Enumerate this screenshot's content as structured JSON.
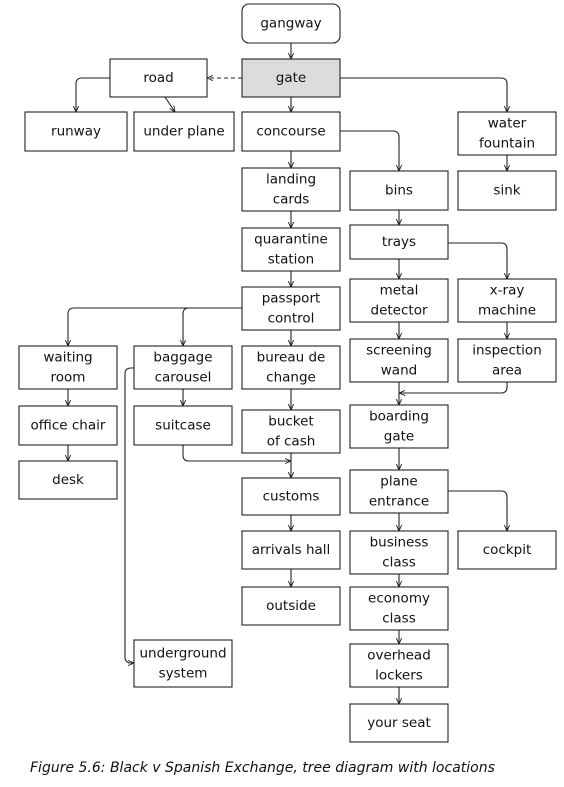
{
  "caption": "Figure 5.6: Black v Spanish Exchange, tree diagram with locations",
  "nodes": [
    {
      "id": "gangway",
      "lines": [
        "gangway"
      ]
    },
    {
      "id": "gate",
      "lines": [
        "gate"
      ],
      "highlight": true
    },
    {
      "id": "road",
      "lines": [
        "road"
      ]
    },
    {
      "id": "runway",
      "lines": [
        "runway"
      ]
    },
    {
      "id": "under-plane",
      "lines": [
        "under plane"
      ]
    },
    {
      "id": "concourse",
      "lines": [
        "concourse"
      ]
    },
    {
      "id": "water-fountain",
      "lines": [
        "water",
        "fountain"
      ]
    },
    {
      "id": "landing-cards",
      "lines": [
        "landing",
        "cards"
      ]
    },
    {
      "id": "bins",
      "lines": [
        "bins"
      ]
    },
    {
      "id": "sink",
      "lines": [
        "sink"
      ]
    },
    {
      "id": "quarantine-station",
      "lines": [
        "quarantine",
        "station"
      ]
    },
    {
      "id": "trays",
      "lines": [
        "trays"
      ]
    },
    {
      "id": "passport-control",
      "lines": [
        "passport",
        "control"
      ]
    },
    {
      "id": "metal-detector",
      "lines": [
        "metal",
        "detector"
      ]
    },
    {
      "id": "x-ray-machine",
      "lines": [
        "x-ray",
        "machine"
      ]
    },
    {
      "id": "waiting-room",
      "lines": [
        "waiting",
        "room"
      ]
    },
    {
      "id": "baggage-carousel",
      "lines": [
        "baggage",
        "carousel"
      ]
    },
    {
      "id": "bureau-de-change",
      "lines": [
        "bureau de",
        "change"
      ]
    },
    {
      "id": "screening-wand",
      "lines": [
        "screening",
        "wand"
      ]
    },
    {
      "id": "inspection-area",
      "lines": [
        "inspection",
        "area"
      ]
    },
    {
      "id": "office-chair",
      "lines": [
        "office chair"
      ]
    },
    {
      "id": "suitcase",
      "lines": [
        "suitcase"
      ]
    },
    {
      "id": "bucket-of-cash",
      "lines": [
        "bucket",
        "of cash"
      ]
    },
    {
      "id": "boarding-gate",
      "lines": [
        "boarding",
        "gate"
      ]
    },
    {
      "id": "desk",
      "lines": [
        "desk"
      ]
    },
    {
      "id": "customs",
      "lines": [
        "customs"
      ]
    },
    {
      "id": "plane-entrance",
      "lines": [
        "plane",
        "entrance"
      ]
    },
    {
      "id": "arrivals-hall",
      "lines": [
        "arrivals hall"
      ]
    },
    {
      "id": "business-class",
      "lines": [
        "business",
        "class"
      ]
    },
    {
      "id": "cockpit",
      "lines": [
        "cockpit"
      ]
    },
    {
      "id": "outside",
      "lines": [
        "outside"
      ]
    },
    {
      "id": "economy-class",
      "lines": [
        "economy",
        "class"
      ]
    },
    {
      "id": "underground-system",
      "lines": [
        "underground",
        "system"
      ]
    },
    {
      "id": "overhead-lockers",
      "lines": [
        "overhead",
        "lockers"
      ]
    },
    {
      "id": "your-seat",
      "lines": [
        "your seat"
      ]
    }
  ],
  "edges": [
    {
      "from": "gangway",
      "to": "gate"
    },
    {
      "from": "gate",
      "to": "road",
      "style": "dashed"
    },
    {
      "from": "road",
      "to": "runway"
    },
    {
      "from": "road",
      "to": "under-plane"
    },
    {
      "from": "gate",
      "to": "concourse"
    },
    {
      "from": "gate",
      "to": "water-fountain"
    },
    {
      "from": "water-fountain",
      "to": "sink"
    },
    {
      "from": "concourse",
      "to": "landing-cards"
    },
    {
      "from": "concourse",
      "to": "bins"
    },
    {
      "from": "landing-cards",
      "to": "quarantine-station"
    },
    {
      "from": "quarantine-station",
      "to": "passport-control"
    },
    {
      "from": "passport-control",
      "to": "waiting-room"
    },
    {
      "from": "passport-control",
      "to": "baggage-carousel"
    },
    {
      "from": "passport-control",
      "to": "bureau-de-change"
    },
    {
      "from": "waiting-room",
      "to": "office-chair"
    },
    {
      "from": "office-chair",
      "to": "desk"
    },
    {
      "from": "baggage-carousel",
      "to": "suitcase"
    },
    {
      "from": "baggage-carousel",
      "to": "underground-system"
    },
    {
      "from": "bureau-de-change",
      "to": "bucket-of-cash"
    },
    {
      "from": "bucket-of-cash",
      "to": "customs"
    },
    {
      "from": "suitcase",
      "to": "customs"
    },
    {
      "from": "customs",
      "to": "arrivals-hall"
    },
    {
      "from": "arrivals-hall",
      "to": "outside"
    },
    {
      "from": "bins",
      "to": "trays"
    },
    {
      "from": "trays",
      "to": "metal-detector"
    },
    {
      "from": "trays",
      "to": "x-ray-machine"
    },
    {
      "from": "metal-detector",
      "to": "screening-wand"
    },
    {
      "from": "x-ray-machine",
      "to": "inspection-area"
    },
    {
      "from": "screening-wand",
      "to": "boarding-gate"
    },
    {
      "from": "inspection-area",
      "to": "boarding-gate"
    },
    {
      "from": "boarding-gate",
      "to": "plane-entrance"
    },
    {
      "from": "plane-entrance",
      "to": "business-class"
    },
    {
      "from": "plane-entrance",
      "to": "cockpit"
    },
    {
      "from": "business-class",
      "to": "economy-class"
    },
    {
      "from": "economy-class",
      "to": "overhead-lockers"
    },
    {
      "from": "overhead-lockers",
      "to": "your-seat"
    }
  ]
}
